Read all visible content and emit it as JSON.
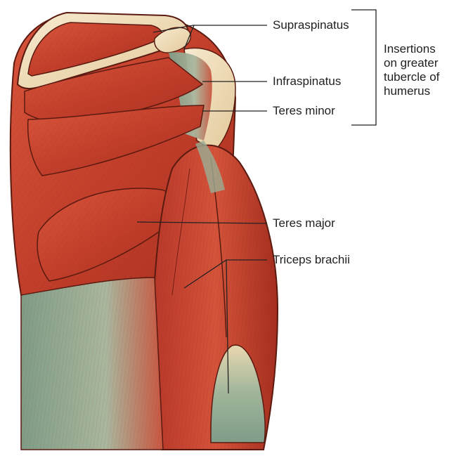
{
  "labels": {
    "supraspinatus": "Supraspinatus",
    "infraspinatus": "Infraspinatus",
    "teres_minor": "Teres minor",
    "teres_major": "Teres major",
    "triceps_brachii": "Triceps brachii"
  },
  "bracket_note": {
    "line1": "Insertions",
    "line2": "on greater",
    "line3": "tubercle of",
    "line4": "humerus"
  },
  "colors": {
    "muscle": "#c8412e",
    "muscle_dark": "#8e2418",
    "bone": "#f1dfb7",
    "tendon": "#8fa58c",
    "outline": "#5a1a10"
  }
}
